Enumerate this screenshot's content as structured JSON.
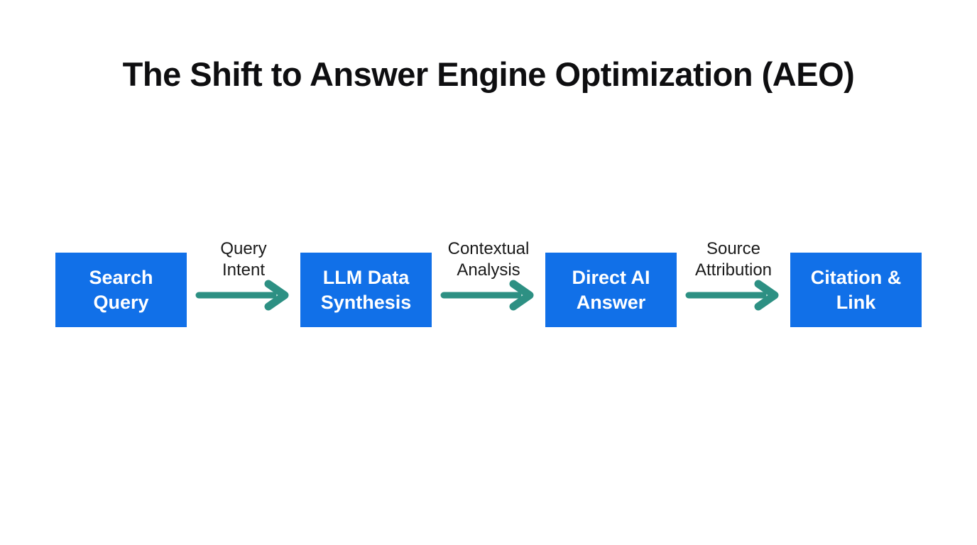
{
  "title": "The Shift to Answer Engine Optimization (AEO)",
  "colors": {
    "box_blue": "#1170e8",
    "arrow_teal": "#2d9083",
    "title_black": "#0e0e10",
    "box_text_white": "#ffffff",
    "label_black": "#1a1a1a"
  },
  "flow": {
    "boxes": [
      {
        "label": "Search\nQuery"
      },
      {
        "label": "LLM Data\nSynthesis"
      },
      {
        "label": "Direct AI\nAnswer"
      },
      {
        "label": "Citation &\nLink"
      }
    ],
    "connectors": [
      {
        "label": "Query\nIntent"
      },
      {
        "label": "Contextual\nAnalysis"
      },
      {
        "label": "Source\nAttribution"
      }
    ]
  }
}
